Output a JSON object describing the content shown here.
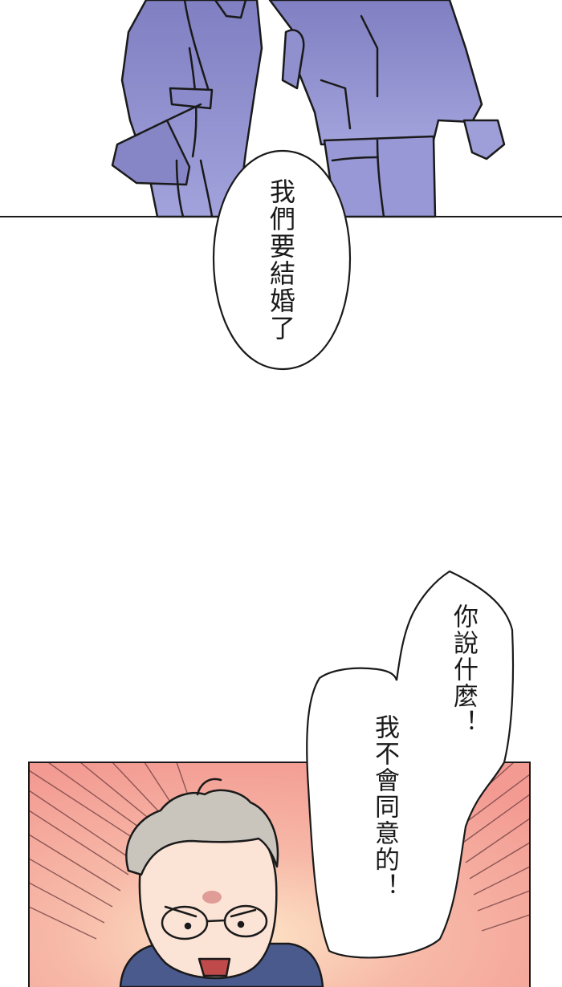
{
  "bubble_top": {
    "text": "我們要結婚了"
  },
  "bubble_bottom": {
    "line1": "你說什麼！",
    "line2": "我不會同意的！"
  },
  "colors": {
    "clothing_purple": "#8f8fcc",
    "panel_pink": "#f4a59a",
    "ink": "#1a1a1a"
  }
}
